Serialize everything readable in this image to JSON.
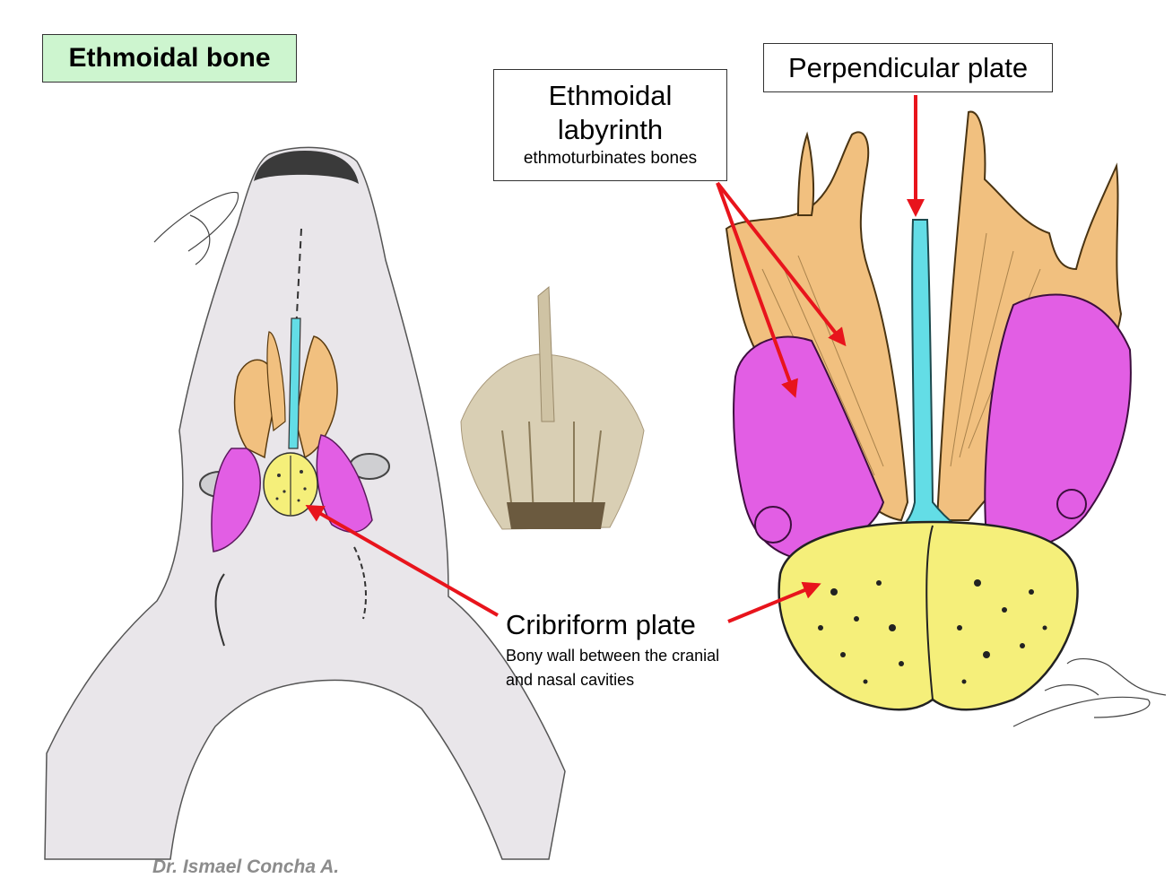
{
  "title": "Ethmoidal bone",
  "labels": {
    "perpendicular_plate": "Perpendicular plate",
    "ethmoidal_labyrinth_line1": "Ethmoidal",
    "ethmoidal_labyrinth_line2": "labyrinth",
    "ethmoidal_labyrinth_sub": "ethmoturbinates bones",
    "cribriform_plate": "Cribriform plate",
    "cribriform_desc_line1": "Bony wall between the cranial",
    "cribriform_desc_line2": "and nasal cavities"
  },
  "credit": "Dr. Ismael Concha A.",
  "colors": {
    "title_bg": "#cdf5cf",
    "arrow": "#e8141c",
    "labyrinth_orange": "#f1c07f",
    "labyrinth_magenta": "#e25ee4",
    "perpendicular_cyan": "#63dde6",
    "cribriform_yellow": "#f5ef7a",
    "skull_gray": "#e9e6ea"
  }
}
